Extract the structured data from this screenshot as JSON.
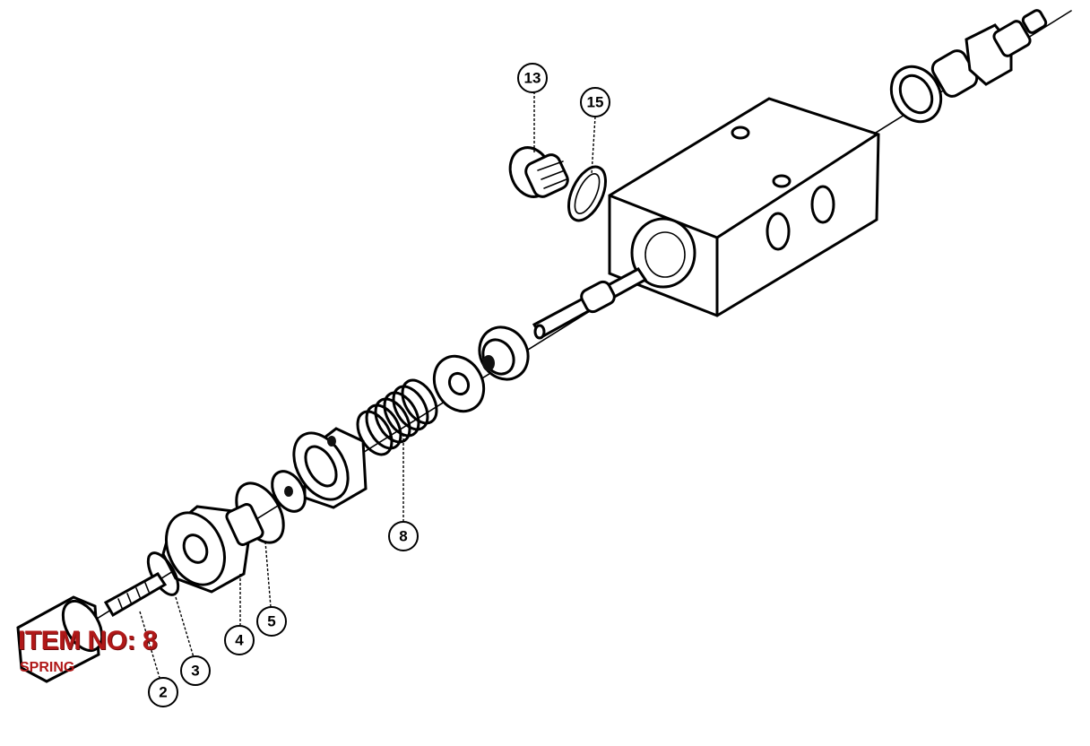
{
  "item": {
    "title": "ITEM NO: 8",
    "subtitle": "SPRING",
    "accent_color": "#b01818"
  },
  "callouts": [
    {
      "id": "2",
      "label": "2"
    },
    {
      "id": "3",
      "label": "3"
    },
    {
      "id": "4",
      "label": "4"
    },
    {
      "id": "5",
      "label": "5"
    },
    {
      "id": "8",
      "label": "8"
    },
    {
      "id": "13",
      "label": "13"
    },
    {
      "id": "15",
      "label": "15"
    }
  ]
}
